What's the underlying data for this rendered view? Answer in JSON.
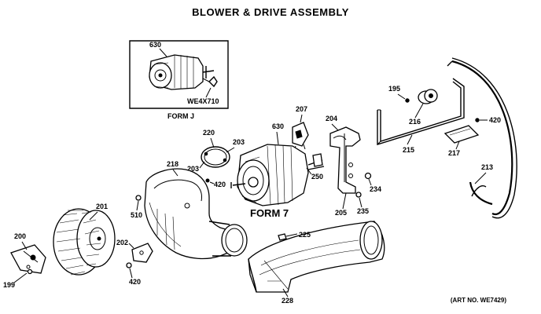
{
  "title": "BLOWER & DRIVE ASSEMBLY",
  "art_number": "(ART NO. WE7429)",
  "inset": {
    "form_label": "FORM J",
    "kit_part": "WE4X710",
    "motor_part": "630"
  },
  "form7_label": "FORM 7",
  "callouts": {
    "c630_inset": "630",
    "c630_main": "630",
    "c207": "207",
    "c204": "204",
    "c220": "220",
    "c203a": "203",
    "c203b": "203",
    "c420a": "420",
    "c218": "218",
    "c250": "250",
    "c234": "234",
    "c205": "205",
    "c235": "235",
    "c195": "195",
    "c216": "216",
    "c215": "215",
    "c217": "217",
    "c420b": "420",
    "c213": "213",
    "c201": "201",
    "c510": "510",
    "c200": "200",
    "c199": "199",
    "c202": "202",
    "c420c": "420",
    "c225": "225",
    "c228": "228"
  }
}
